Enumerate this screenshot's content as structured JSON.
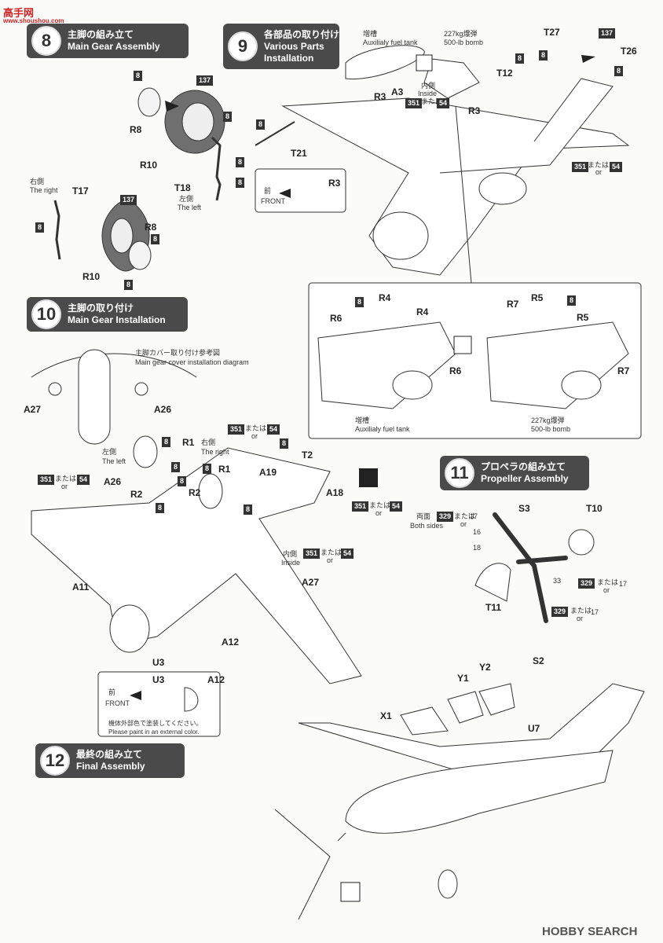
{
  "watermark_top": {
    "cn": "高手网",
    "url": "www.shoushou.com"
  },
  "watermark_bottom": "HOBBY SEARCH",
  "steps": [
    {
      "num": "8",
      "jp": "主脚の組み立て",
      "en": "Main Gear Assembly"
    },
    {
      "num": "9",
      "jp": "各部品の取り付け",
      "en1": "Various Parts",
      "en2": "Installation"
    },
    {
      "num": "10",
      "jp": "主脚の取り付け",
      "en": "Main Gear Installation"
    },
    {
      "num": "11",
      "jp": "プロペラの組み立て",
      "en": "Propeller Assembly"
    },
    {
      "num": "12",
      "jp": "最終の組み立て",
      "en": "Final Assembly"
    }
  ],
  "parts": {
    "r8": "R8",
    "r10": "R10",
    "t17": "T17",
    "t18": "T18",
    "t21": "T21",
    "r3": "R3",
    "a3": "A3",
    "t27": "T27",
    "t26": "T26",
    "t12": "T12",
    "r4": "R4",
    "r5": "R5",
    "r6": "R6",
    "r7": "R7",
    "a27": "A27",
    "a26": "A26",
    "r1": "R1",
    "r2": "R2",
    "t2": "T2",
    "a19": "A19",
    "a18": "A18",
    "a11": "A11",
    "a12": "A12",
    "u3": "U3",
    "s3": "S3",
    "t10": "T10",
    "t11": "T11",
    "x1": "X1",
    "y1": "Y1",
    "y2": "Y2",
    "s2": "S2",
    "u7": "U7"
  },
  "colors": {
    "c8": "8",
    "c137": "137",
    "c351": "351",
    "c54": "54",
    "c329": "329",
    "c17": "17",
    "c16": "16",
    "c18": "18",
    "c33": "33"
  },
  "text": {
    "right_jp": "右側",
    "right_en": "The right",
    "left_jp": "左側",
    "left_en": "The left",
    "front_jp": "前",
    "front_en": "FRONT",
    "tank_jp": "増槽",
    "tank_en": "Auxilialy fuel tank",
    "bomb_jp": "227kg爆弾",
    "bomb_en": "500-lb bomb",
    "inside_jp": "内側",
    "inside_en": "Inside",
    "or_jp": "または",
    "or_en": "or",
    "cover_jp": "主脚カバー取り付け参考図",
    "cover_en": "Main gear cover installation diagram",
    "both_jp": "両面",
    "both_en": "Both sides",
    "paint_jp": "機体外部色で塗装してください。",
    "paint_en": "Please paint in an external color."
  }
}
